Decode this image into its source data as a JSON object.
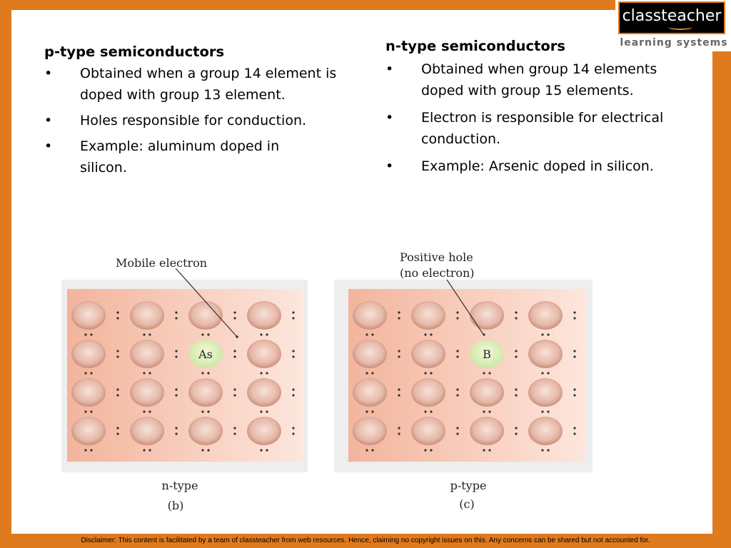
{
  "logo": {
    "name": "classteacher",
    "tagline": "learning systems"
  },
  "left": {
    "heading": "p-type semiconductors",
    "bullets": [
      {
        "text": "Obtained when a group 14 element is doped with group 13 element."
      },
      {
        "text": "Holes responsible for conduction."
      },
      {
        "text": "Example: aluminum doped in silicon."
      }
    ]
  },
  "right": {
    "heading": "n-type semiconductors",
    "bullets": [
      {
        "text": "Obtained when group 14 elements doped with group 15 elements."
      },
      {
        "text": "Electron is responsible for electrical conduction."
      },
      {
        "text": "Example: Arsenic doped in silicon."
      }
    ]
  },
  "bullet_glyph": "•",
  "figure": {
    "left": {
      "callout": "Mobile electron",
      "dopant": "As",
      "type_label": "n-type",
      "panel_label": "(b)"
    },
    "right": {
      "callout_line1": "Positive hole",
      "callout_line2": "(no electron)",
      "dopant": "B",
      "type_label": "p-type",
      "panel_label": "(c)"
    },
    "colors": {
      "lattice_bg": "#f6c8b4",
      "atom": "#e6b8a8",
      "dopant": "#d8ecb0"
    }
  },
  "disclaimer": "Disclaimer: This content is facilitated by a team of classteacher from web resources. Hence, claiming no copyright issues on this. Any concerns can be shared but not accounted for."
}
